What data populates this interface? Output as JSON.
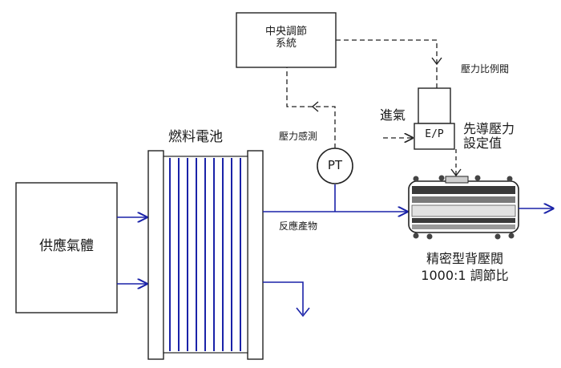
{
  "controller": {
    "line1": "中央調節",
    "line2": "系統"
  },
  "supply_gas": "供應氣體",
  "fuel_cell": "燃料電池",
  "pressure_sensing": "壓力感測",
  "pt_label": "PT",
  "reactants": "反應產物",
  "proportional_valve": "壓力比例閥",
  "inlet_gas": "進氣",
  "ep_label": "E/P",
  "pilot_setpoint": {
    "line1": "先導壓力",
    "line2": "設定值"
  },
  "bpr": {
    "line1": "精密型背壓閥",
    "line2": "1000:1 調節比"
  },
  "colors": {
    "flow_line": "#1a22a8",
    "outline": "#222222",
    "valve_body": "#3a3a3a"
  }
}
